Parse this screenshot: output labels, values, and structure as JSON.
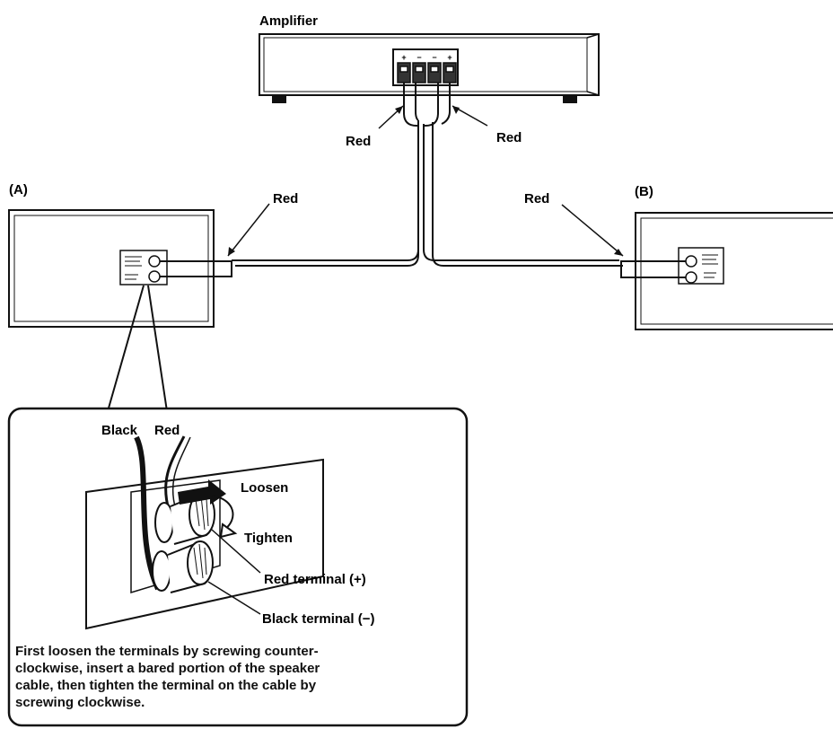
{
  "labels": {
    "amplifier": "Amplifier",
    "red_amp_left": "Red",
    "red_amp_right": "Red",
    "speaker_a": "(A)",
    "speaker_b": "(B)",
    "red_speaker_a": "Red",
    "red_speaker_b": "Red",
    "inset_black": "Black",
    "inset_red": "Red",
    "loosen": "Loosen",
    "tighten": "Tighten",
    "red_terminal": "Red terminal (+)",
    "black_terminal": "Black terminal (−)"
  },
  "terminal_marks": [
    "+",
    "−",
    "−",
    "+"
  ],
  "instruction_lines": [
    "First loosen the terminals by screwing counter-",
    "clockwise, insert a bared portion of the speaker",
    "cable, then tighten the terminal on the cable by",
    "screwing clockwise."
  ]
}
